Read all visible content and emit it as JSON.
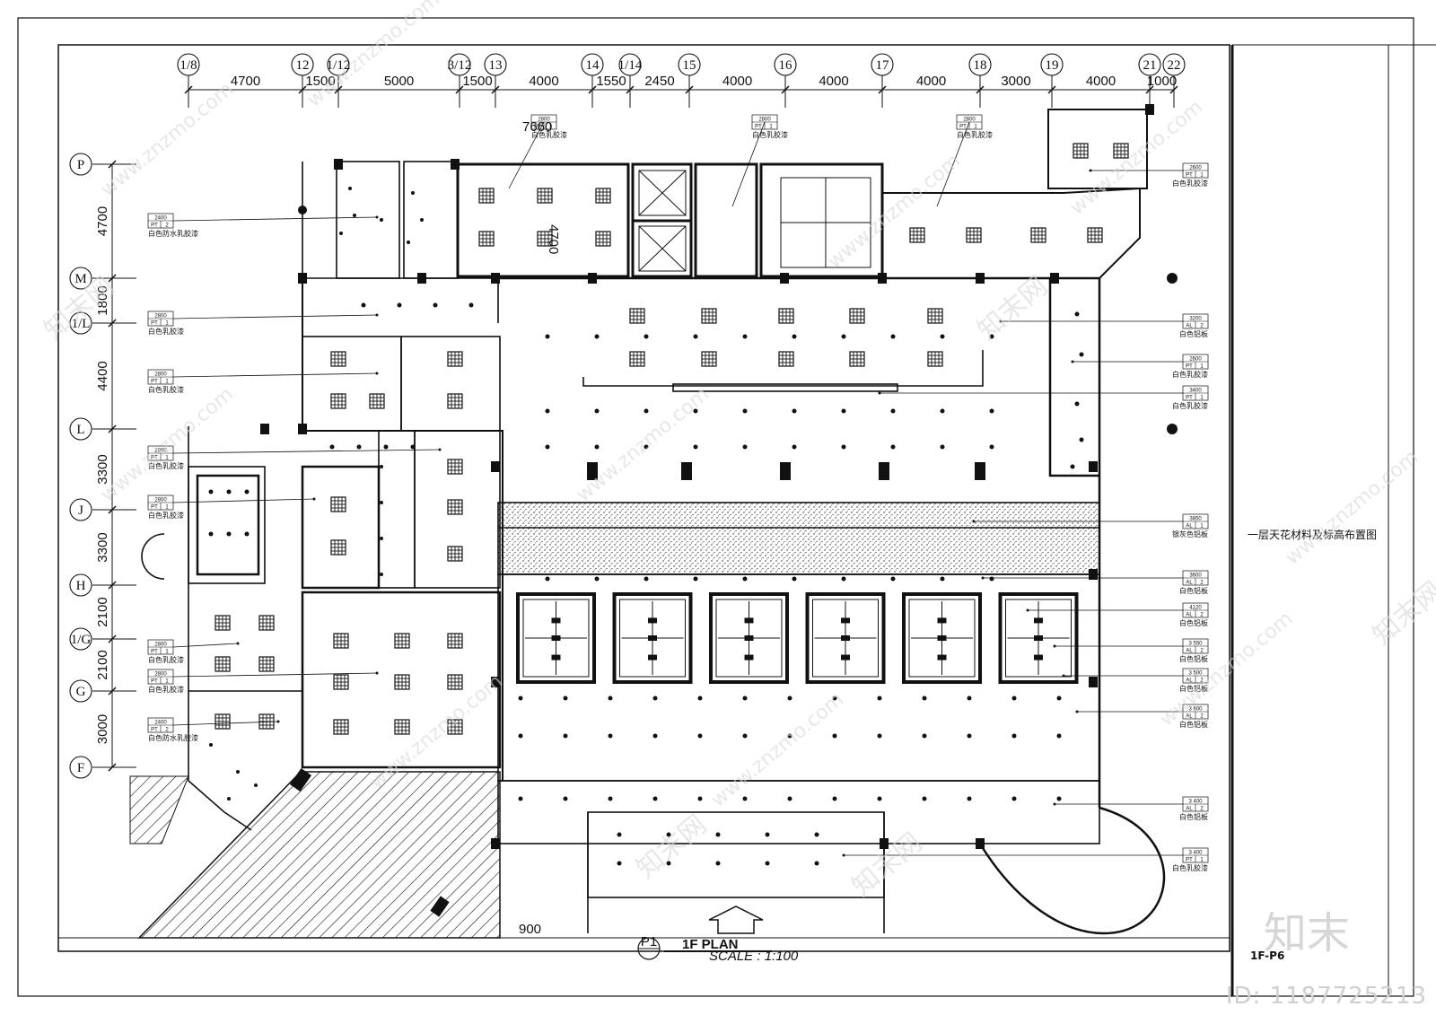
{
  "grid_columns": [
    {
      "label": "1/8"
    },
    {
      "label": "12"
    },
    {
      "label": "1/12"
    },
    {
      "label": "3/12"
    },
    {
      "label": "13"
    },
    {
      "label": "14"
    },
    {
      "label": "1/14"
    },
    {
      "label": "15"
    },
    {
      "label": "16"
    },
    {
      "label": "17"
    },
    {
      "label": "18"
    },
    {
      "label": "19"
    },
    {
      "label": "21"
    },
    {
      "label": "22"
    }
  ],
  "column_dimensions": [
    "4700",
    "1500",
    "5000",
    "1500",
    "4000",
    "1550",
    "2450",
    "4000",
    "4000",
    "4000",
    "3000",
    "4000",
    "1000"
  ],
  "grid_rows": [
    {
      "label": "P"
    },
    {
      "label": "M"
    },
    {
      "label": "1/L"
    },
    {
      "label": "L"
    },
    {
      "label": "J"
    },
    {
      "label": "H"
    },
    {
      "label": "1/G"
    },
    {
      "label": "G"
    },
    {
      "label": "F"
    }
  ],
  "row_dimensions": [
    "4700",
    "1800",
    "4400",
    "3300",
    "3300",
    "2100",
    "2100",
    "3000"
  ],
  "inner_dimensions": {
    "top_span": "7660",
    "room_height": "4700",
    "angle_note": "900"
  },
  "tags_left": [
    {
      "height": "2400",
      "code": "PT",
      "num": "2",
      "note": "白色防水乳胶漆"
    },
    {
      "height": "2800",
      "code": "PT",
      "num": "1",
      "note": "白色乳胶漆"
    },
    {
      "height": "2800",
      "code": "PT",
      "num": "1",
      "note": "白色乳胶漆"
    },
    {
      "height": "2800",
      "code": "PT",
      "num": "1",
      "note": "白色乳胶漆"
    },
    {
      "height": "2800",
      "code": "PT",
      "num": "1",
      "note": "白色乳胶漆"
    },
    {
      "height": "2800",
      "code": "PT",
      "num": "1",
      "note": "白色乳胶漆"
    },
    {
      "height": "2800",
      "code": "PT",
      "num": "1",
      "note": "白色乳胶漆"
    },
    {
      "height": "2400",
      "code": "PT",
      "num": "2",
      "note": "白色防水乳胶漆"
    }
  ],
  "tags_top": [
    {
      "height": "2800",
      "code": "PT",
      "num": "1",
      "note": "白色乳胶漆"
    },
    {
      "height": "2800",
      "code": "PT",
      "num": "1",
      "note": "白色乳胶漆"
    },
    {
      "height": "2800",
      "code": "PT",
      "num": "1",
      "note": "白色乳胶漆"
    }
  ],
  "tags_right": [
    {
      "height": "2600",
      "code": "PT",
      "num": "1",
      "note": "白色乳胶漆"
    },
    {
      "height": "3200",
      "code": "AL",
      "num": "2",
      "note": "白色铝板"
    },
    {
      "height": "2600",
      "code": "PT",
      "num": "1",
      "note": "白色乳胶漆"
    },
    {
      "height": "3400",
      "code": "PT",
      "num": "1",
      "note": "白色乳胶漆"
    },
    {
      "height": "3850",
      "code": "AL",
      "num": "1",
      "note": "银灰色铝板"
    },
    {
      "height": "3600",
      "code": "AL",
      "num": "2",
      "note": "白色铝板"
    },
    {
      "height": "4120",
      "code": "AL",
      "num": "2",
      "note": "白色铝板"
    },
    {
      "height": "3 550",
      "code": "AL",
      "num": "2",
      "note": "白色铝板"
    },
    {
      "height": "3 500",
      "code": "AL",
      "num": "2",
      "note": "白色铝板"
    },
    {
      "height": "3 600",
      "code": "AL",
      "num": "2",
      "note": "白色铝板"
    },
    {
      "height": "3 400",
      "code": "AL",
      "num": "2",
      "note": "白色铝板"
    },
    {
      "height": "3 400",
      "code": "PT",
      "num": "1",
      "note": "白色乳胶漆"
    }
  ],
  "plan_title": {
    "symbol": "P1",
    "title": "1F PLAN",
    "scale": "SCALE :  1:100"
  },
  "sheet_title": "一层天花材料及标高布置图",
  "sheet_number": "1F-P6",
  "watermark": {
    "site": "www.znzmo.com",
    "brand": "知末网",
    "logo": "知末",
    "id": "ID: 1187725213"
  },
  "colors": {
    "line": "#111111",
    "wall": "#111111",
    "watermark": "#d8d8d8",
    "paper": "#ffffff"
  }
}
